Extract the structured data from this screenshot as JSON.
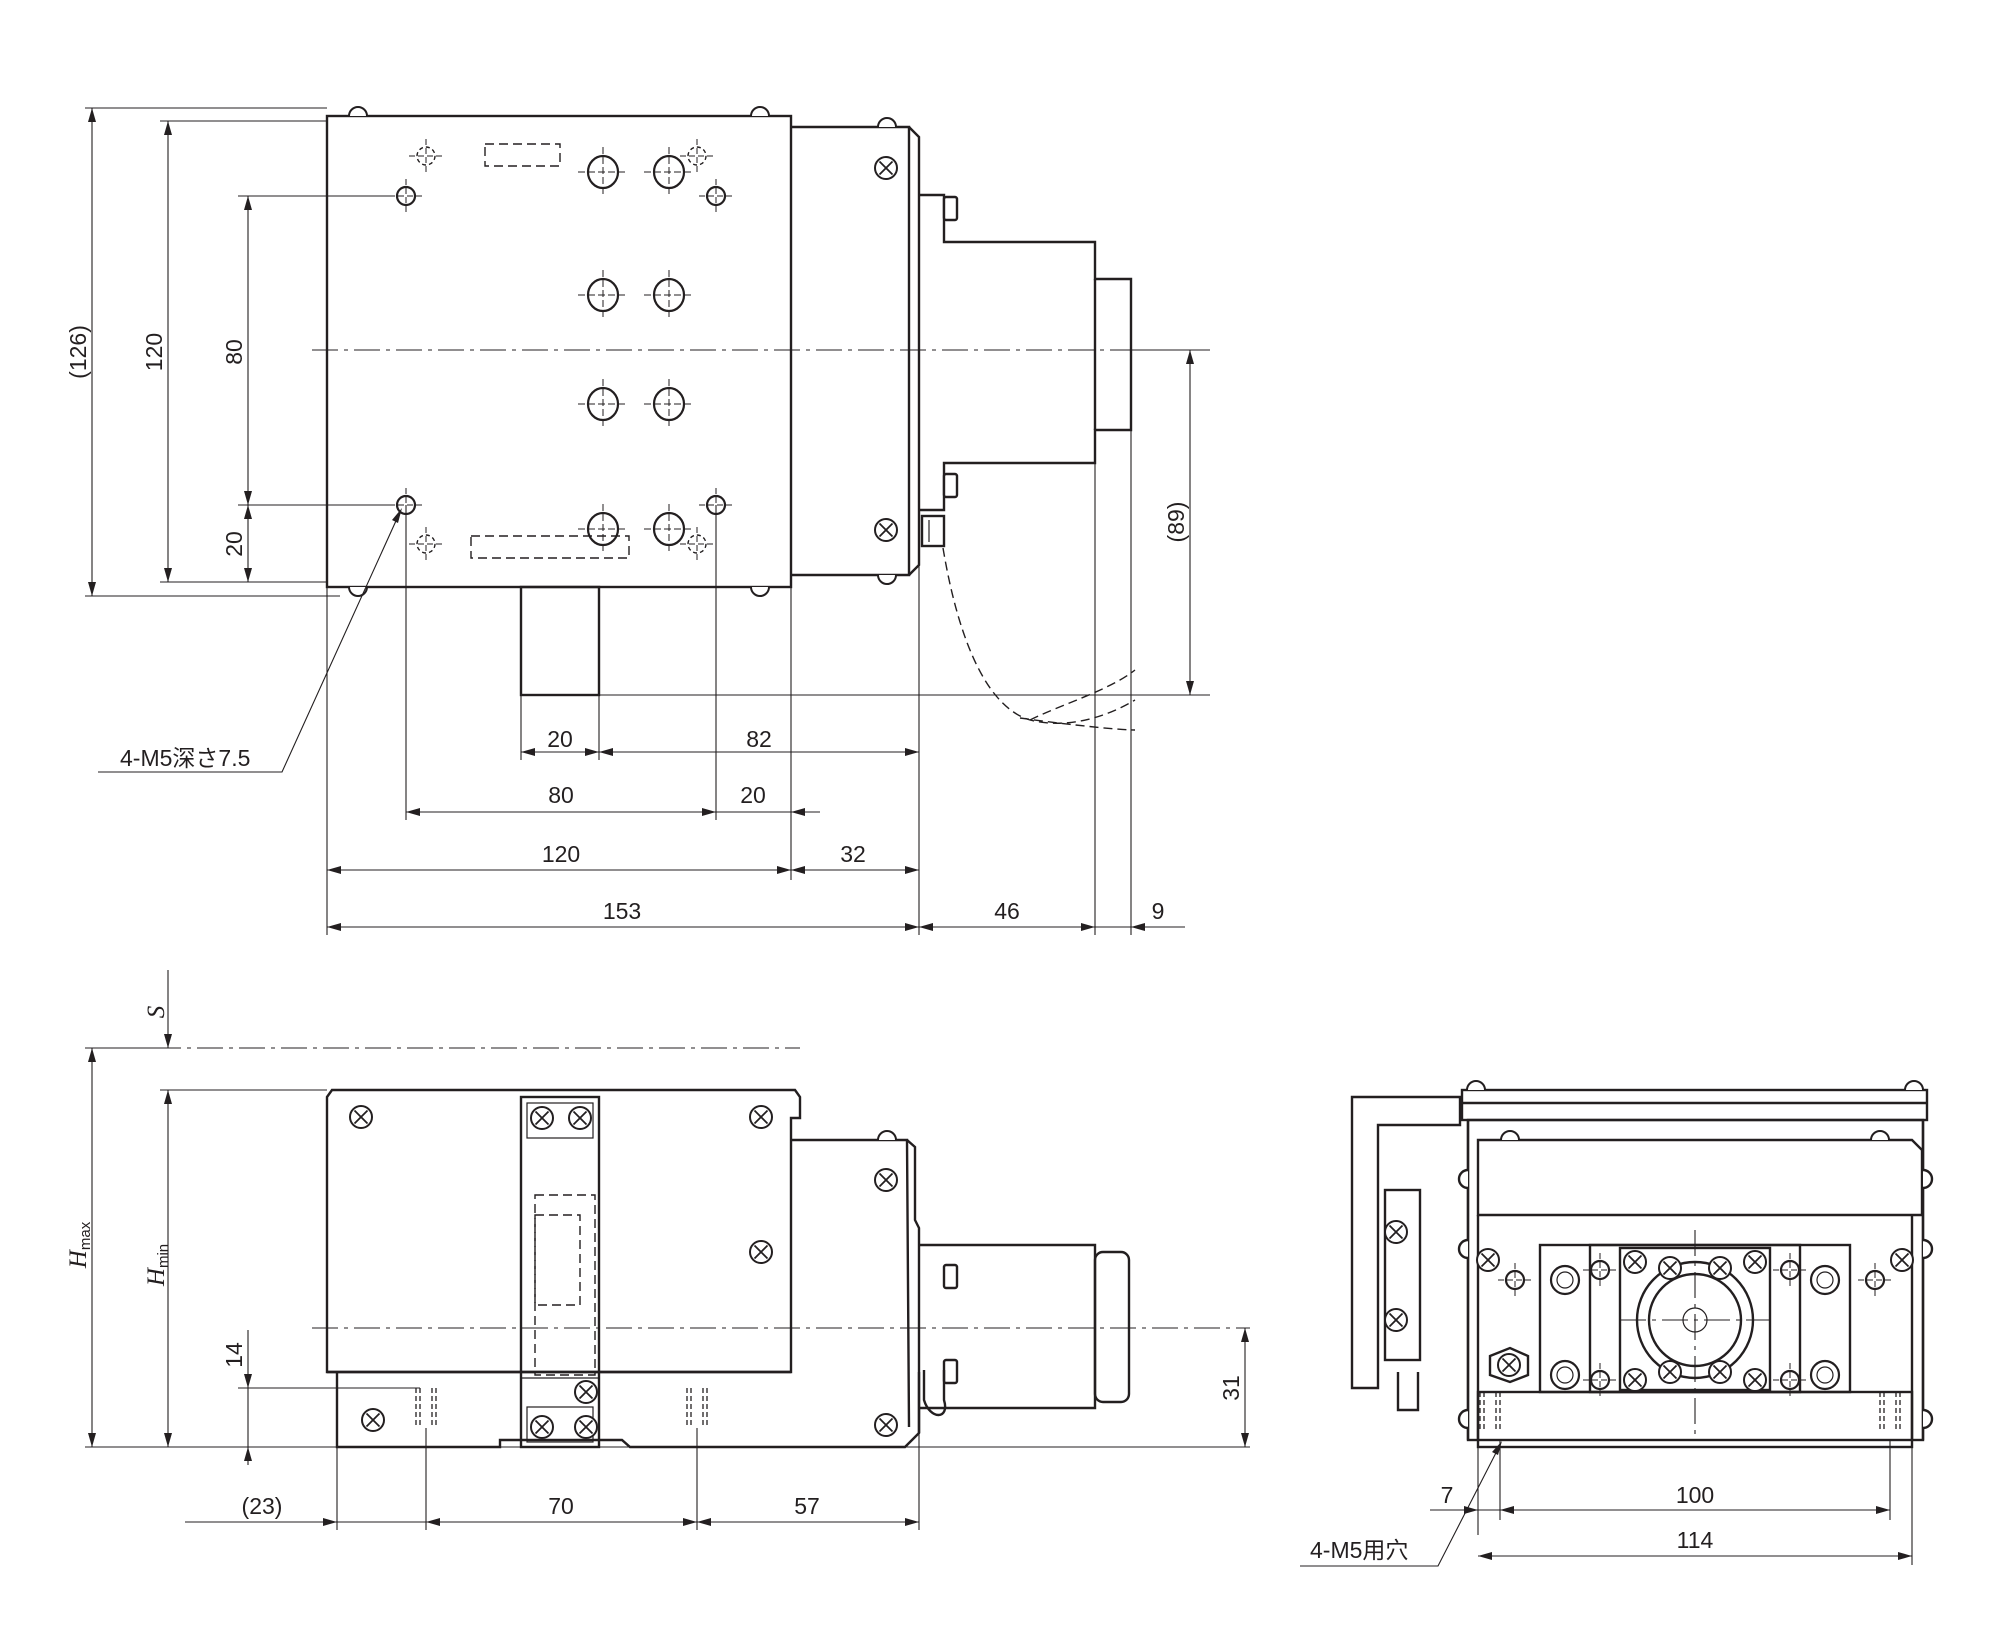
{
  "top_view": {
    "dims": {
      "overall_height": "(126)",
      "table_height": "120",
      "hole_pitch_v": "80",
      "hole_offset_v": "20",
      "motor_axis": "(89)",
      "d20a": "20",
      "d82": "82",
      "d80": "80",
      "d20b": "20",
      "d120": "120",
      "d32": "32",
      "d153": "153",
      "d46": "46",
      "d9": "9"
    },
    "callout": "4-M5深さ7.5"
  },
  "side_view": {
    "dims": {
      "stroke_label": "S",
      "hmax_main": "H",
      "hmax_sub": "max",
      "hmin_main": "H",
      "hmin_sub": "min",
      "d14": "14",
      "d31": "31",
      "d23": "(23)",
      "d70": "70",
      "d57": "57"
    }
  },
  "front_view": {
    "dims": {
      "d7": "7",
      "d100": "100",
      "d114": "114"
    },
    "callout": "4-M5用穴"
  },
  "icons": [
    "cross-recessed-screw-icon",
    "tapped-hole-icon"
  ]
}
